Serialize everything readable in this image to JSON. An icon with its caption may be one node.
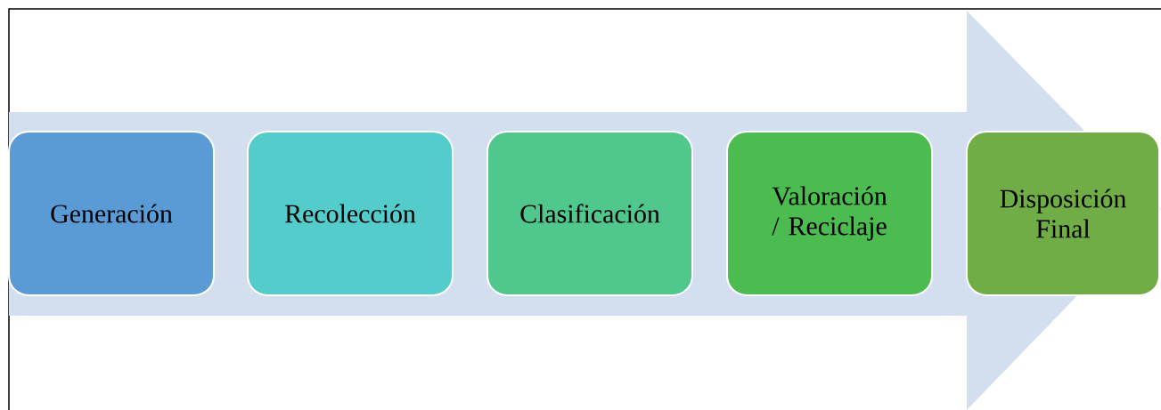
{
  "diagram": {
    "nodes": [
      {
        "text": [
          "Generación"
        ]
      },
      {
        "text": [
          "Recolección"
        ]
      },
      {
        "text": [
          "Clasificación"
        ]
      },
      {
        "text": [
          "Valoración / Reciclaje"
        ]
      },
      {
        "text": [
          "Disposición Final"
        ]
      }
    ]
  }
}
